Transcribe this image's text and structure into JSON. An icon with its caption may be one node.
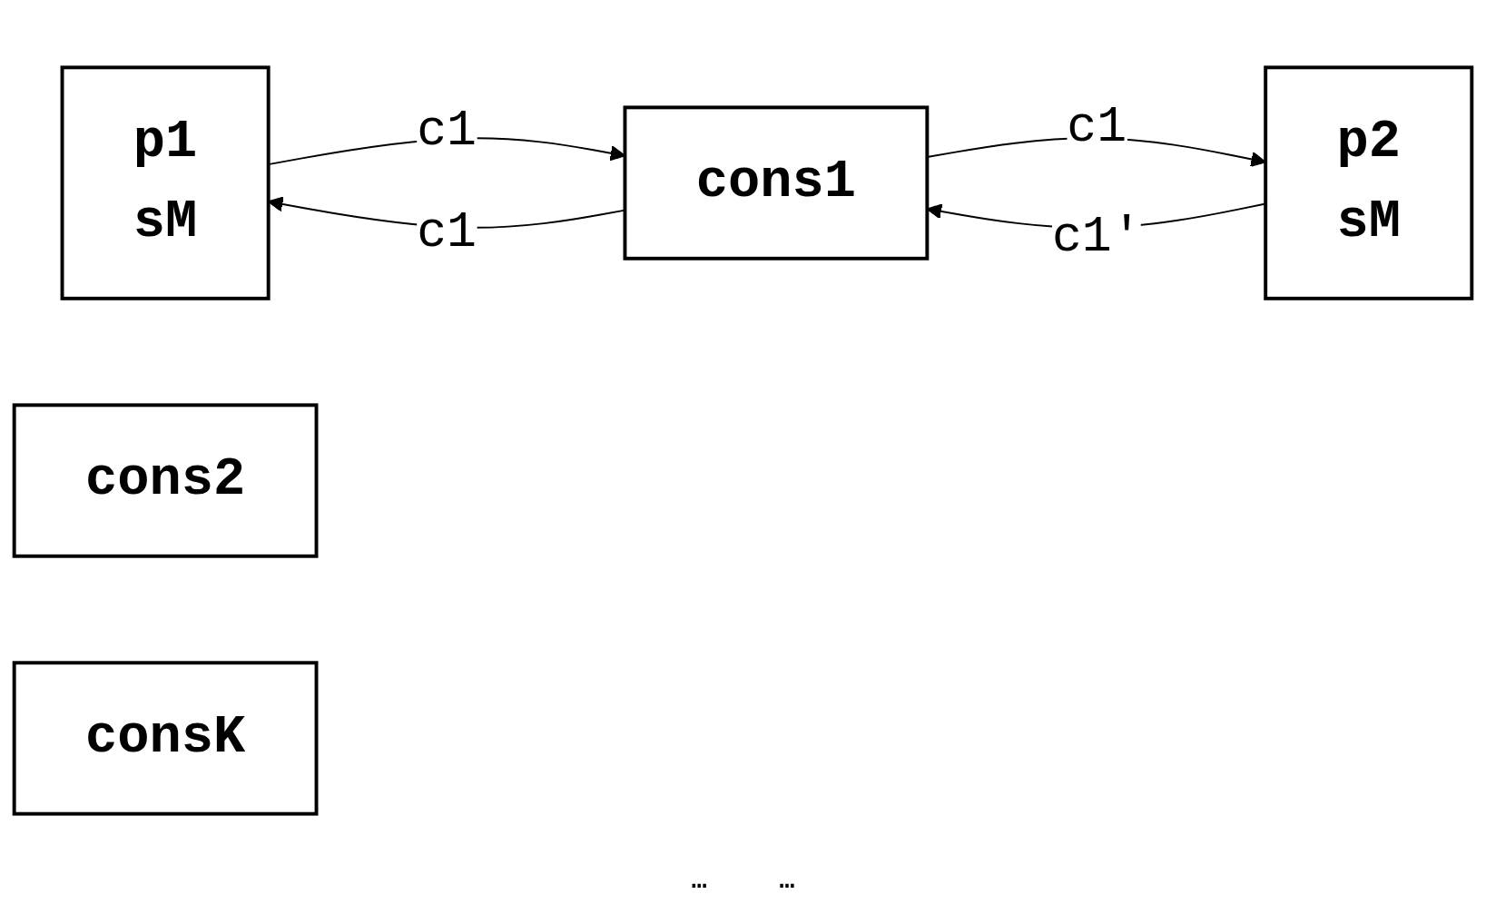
{
  "diagram": {
    "nodes": [
      {
        "text": [
          "p1",
          "sM"
        ]
      },
      {
        "text": [
          "cons1"
        ]
      },
      {
        "text": [
          "cons2"
        ]
      },
      {
        "text": [
          "consK"
        ]
      },
      {
        "text": [
          "p2",
          "sM"
        ]
      }
    ],
    "edges": [
      {
        "from": 0,
        "to": 1,
        "arrow": "to",
        "label": "c1"
      },
      {
        "from": 1,
        "to": 0,
        "arrow": "to",
        "label": "c1"
      },
      {
        "from": 4,
        "to": 1,
        "arrow": "to",
        "label": "c1′"
      },
      {
        "from": 1,
        "to": 4,
        "arrow": "to",
        "label": "c1"
      }
    ],
    "labels": [
      "…",
      "…"
    ]
  }
}
